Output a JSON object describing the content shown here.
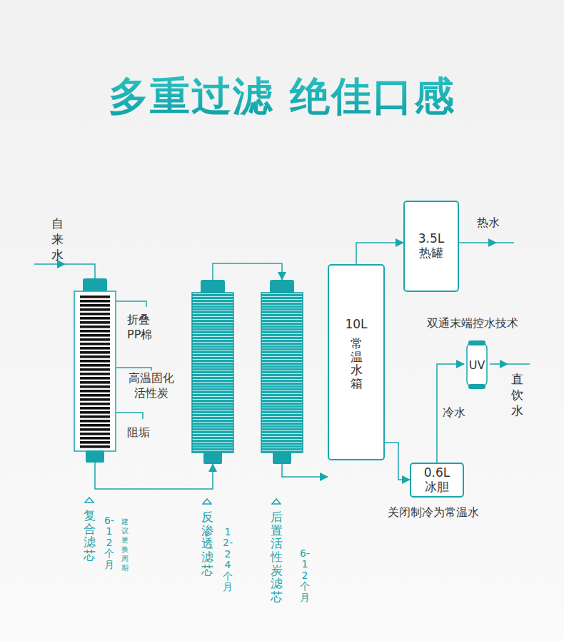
{
  "diagram": {
    "title": "多重过滤 绝佳口感",
    "nodes": [
      {
        "text": [
          "复合滤芯"
        ]
      },
      {
        "text": [
          "反渗透滤芯"
        ]
      },
      {
        "text": [
          "后置活性炭滤芯"
        ]
      },
      {
        "text": [
          "10L",
          "常温水箱"
        ]
      },
      {
        "text": [
          "3.5L",
          "热罐"
        ]
      },
      {
        "text": [
          "0.6L",
          "冰胆"
        ]
      },
      {
        "text": [
          "UV"
        ]
      }
    ],
    "edges": [
      {
        "from": 0,
        "to": 1,
        "arrow": "to"
      },
      {
        "from": 1,
        "to": 2,
        "arrow": "to"
      },
      {
        "from": 2,
        "to": 3,
        "arrow": "to"
      },
      {
        "from": 3,
        "to": 4,
        "arrow": "to"
      },
      {
        "from": 3,
        "to": 5,
        "arrow": "to"
      },
      {
        "from": 5,
        "to": 6,
        "label": "冷水",
        "arrow": "to"
      }
    ],
    "labels": [
      "自来水",
      "折叠 PP棉",
      "高温固化 活性炭",
      "阻垢",
      "建议更换周期",
      "6-12个月",
      "12-24个月",
      "6-12个月",
      "热水",
      "双通末端控水技术",
      "直饮水",
      "关闭制冷为常温水"
    ]
  }
}
